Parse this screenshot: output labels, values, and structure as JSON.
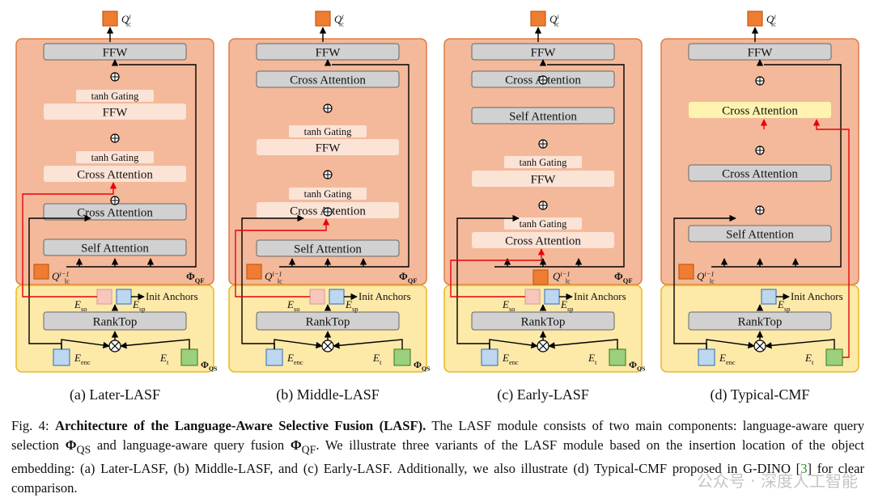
{
  "query_output": "Q",
  "query_output_sup": "i",
  "query_output_sub": "lc",
  "query_input": "Q",
  "query_input_sup": "i−1",
  "query_input_sub": "lc",
  "phi_qf": "Φ",
  "phi_qf_sub": "QF",
  "phi_qs": "Φ",
  "phi_qs_sub": "QS",
  "e_so": "E",
  "e_so_sub": "so",
  "e_sp": "E",
  "e_sp_sub": "sp",
  "e_enc": "E",
  "e_enc_sub": "enc",
  "e_t": "E",
  "e_t_sub": "t",
  "init_anchors": "Init Anchors",
  "rank_top": "RankTop",
  "blocks": {
    "ffw": "FFW",
    "cross_attention": "Cross Attention",
    "self_attention": "Self Attention",
    "tanh_gating": "tanh Gating"
  },
  "panels": [
    {
      "label": "(a) Later-LASF"
    },
    {
      "label": "(b) Middle-LASF"
    },
    {
      "label": "(c) Early-LASF"
    },
    {
      "label": "(d) Typical-CMF"
    }
  ],
  "caption": {
    "fig": "Fig. 4:",
    "title": "Architecture of the Language-Aware Selective Fusion (LASF).",
    "text1": " The LASF module consists of two main components: language-aware query selection ",
    "phi_qs": "Φ",
    "phi_qs_sub": "QS",
    "text2": " and language-aware query fusion ",
    "phi_qf": "Φ",
    "phi_qf_sub": "QF",
    "text3": ". We illustrate three variants of the LASF module based on the insertion location of the object embedding: (a) Later-LASF, (b) Middle-LASF, and (c) Early-LASF. Additionally, we also illustrate (d) Typical-CMF proposed in G-DINO [",
    "ref": "3",
    "text4": "] for clear comparison."
  },
  "watermark": "公众号 · 深度人工智能",
  "colors": {
    "qf_fill": "#f4b99a",
    "qf_stroke": "#e07b45",
    "qs_fill": "#fde9a8",
    "qs_stroke": "#e8b923",
    "block_fill": "#d1d1d1",
    "light_block": "#fbe3d6",
    "yellow_block": "#fff3b0",
    "orange_square": "#ee7d32",
    "pink_square": "#f7c7be",
    "blue_square": "#bcd7ef",
    "green_square": "#9bd07e",
    "red_line": "#e8000b"
  }
}
